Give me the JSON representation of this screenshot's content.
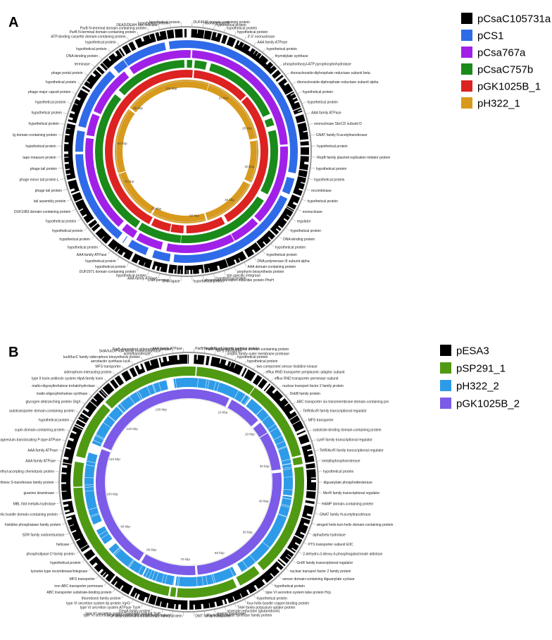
{
  "panels": [
    {
      "letter": "A",
      "total_kbp": 104,
      "tick_labels": [
        "10 kbp",
        "20 kbp",
        "30 kbp",
        "40 kbp",
        "50 kbp",
        "60 kbp",
        "70 kbp",
        "80 kbp",
        "90 kbp",
        "100 kbp"
      ],
      "legend": [
        {
          "name": "pCsaC105731a",
          "color": "#000000"
        },
        {
          "name": "pCS1",
          "color": "#2f6be8"
        },
        {
          "name": "pCsa767a",
          "color": "#a020e8"
        },
        {
          "name": "pCsaC757b",
          "color": "#1a8a1a"
        },
        {
          "name": "pGK1025B_1",
          "color": "#dd2222"
        },
        {
          "name": "pH322_1",
          "color": "#d89a1c"
        }
      ],
      "ring_colors": [
        "#2f6be8",
        "#a020e8",
        "#1a8a1a",
        "#dd2222",
        "#d89a1c"
      ],
      "gene_labels": [
        "DUF4942 domain-containing protein",
        "ribonuclease HI",
        "hypothetical protein",
        "hypothetical protein",
        "hypothetical protein",
        "3'-5' exonuclease",
        "AAA family ATPase",
        "hypothetical protein",
        "thymidylate synthase",
        "phosphoribosyl-ATP pyrophosphohydrolase",
        "ribonucleoside-diphosphate reductase subunit beta",
        "ribonucleoside-diphosphate reductase subunit alpha",
        "hypothetical protein",
        "hypothetical protein",
        "AAA family ATPase",
        "exonuclease SbcCD subunit D",
        "GNAT family N-acetyltransferase",
        "hypothetical protein",
        "RepB family plasmid replication initiator protein",
        "hypothetical protein",
        "hypothetical protein",
        "recombinase",
        "hypothetical protein",
        "exonuclease",
        "regulator",
        "hypothetical protein",
        "DNA-binding protein",
        "hypothetical protein",
        "hypothetical protein",
        "DNA polymerase III subunit alpha",
        "AAA domain-containing protein",
        "porphyrin biosynthesis protein",
        "site-specific integrase",
        "hypothetical protein",
        "phosphate starvation-inducible protein PhoH",
        "hypothetical protein",
        "DNA ligase",
        "DNA primase",
        "AAA family ATPase",
        "hypothetical protein",
        "DUF2971 domain-containing protein",
        "hypothetical protein",
        "hypothetical protein",
        "AAA family ATPase",
        "hypothetical protein",
        "hypothetical protein",
        "hypothetical protein",
        "hypothetical protein",
        "DUF1983 domain-containing protein",
        "tail assembly protein",
        "phage tail protein",
        "phage minor tail protein L",
        "phage tail protein",
        "tape measure protein",
        "hypothetical protein",
        "Ig domain-containing protein",
        "hypothetical protein",
        "hypothetical protein",
        "hypothetical protein",
        "phage major capsid protein",
        "hypothetical protein",
        "phage portal protein",
        "terminase",
        "DNA-binding protein",
        "hypothetical protein",
        "hypothetical protein",
        "ATP-binding cassette domain-containing protein",
        "ParB N-terminal domain-containing protein",
        "ParB N-terminal domain-containing protein",
        "DEAD/DEAH box helicase",
        "hypothetical protein",
        "hypothetical protein"
      ]
    },
    {
      "letter": "B",
      "total_kbp": 138,
      "tick_labels": [
        "10 kbp",
        "20 kbp",
        "30 kbp",
        "40 kbp",
        "50 kbp",
        "60 kbp",
        "70 kbp",
        "80 kbp",
        "90 kbp",
        "100 kbp",
        "110 kbp",
        "120 kbp",
        "130 kbp"
      ],
      "legend": [
        {
          "name": "pESA3",
          "color": "#000000"
        },
        {
          "name": "pSP291_1",
          "color": "#4f9a12"
        },
        {
          "name": "pH322_2",
          "color": "#2e9be8"
        },
        {
          "name": "pGK1025B_2",
          "color": "#7b5be8"
        }
      ],
      "ring_colors": [
        "#4f9a12",
        "#2e9be8",
        "#7b5be8"
      ],
      "gene_labels": [
        "ParB/RepB/Spo0J family partition protein",
        "ParB/Srx family N-terminal domain-containing protein",
        "MFS transporter",
        "ompfin family outer membrane protease",
        "hypothetical protein",
        "hypothetical protein",
        "two-component sensor histidine kinase",
        "efflux RND transporter periplasmic adaptor subunit",
        "efflux RND transporter permease subunit",
        "nuclear transport factor 2 family protein",
        "DsbB family protein",
        "ABC transporter six-transmembrane domain-containing pro",
        "TetR/AcrR family transcriptional regulator",
        "MFS transporter",
        "substrate-binding domain-containing protein",
        "LysR family transcriptional regulator",
        "TetR/AcrR family transcriptional regulator",
        "metallophosphoesterase",
        "hypothetical protein",
        "diguanylate phosphodiesterase",
        "MerR family transcriptional regulator",
        "HAMP domain-containing protein",
        "GNAT family N-acetyltransferase",
        "winged helix-turn-helix domain-containing protein",
        "alpha/beta hydrolase",
        "PTS transporter subunit EIIC",
        "2-dehydro-3-deoxy-6-phosphogalactonate aldolase",
        "GntR family transcriptional regulator",
        "nuclear transport factor 2 family protein",
        "sensor domain-containing diguanylate cyclase",
        "hypothetical protein",
        "type VI secretion system tube protein Hcp",
        "hypothetical protein",
        "four-helix bundle copper-binding protein",
        "TrkH family potassium uptake protein",
        "arsenate reductase (glutaredoxin)",
        "arsenic transporter",
        "dihydrodipicolinate synthase family protein",
        "DMT family transporter",
        "PLP-dependent aminotransferase family protein",
        "type VI secretion system contractile sheath large subunit",
        "type VI secretion system baseplate subunit TssK",
        "OmpA family protein",
        "type VI secretion system ATPase TssH",
        "type VI secretion system tip protein VgrG",
        "thioredoxin family protein",
        "ABC transporter substrate-binding protein",
        "iron ABC transporter permease",
        "MFS transporter",
        "tyrosine-type recombinase/integrase",
        "hypothetical protein",
        "phospholipase D family protein",
        "helicase",
        "SDR family oxidoreductase",
        "histidine phosphatase family protein",
        "MCP four helix bundle domain-containing protein",
        "MBL fold metallo-hydrolase",
        "guanine deaminase",
        "glutathione S-transferase family protein",
        "methyl-accepting chemotaxis protein",
        "AAA family ATPase",
        "AAA family ATPase",
        "magnesium-translocating P-type ATPase",
        "cupin domain-containing protein",
        "hypothetical protein",
        "autotransporter domain-containing protein",
        "glycogen debranching protein GlgX",
        "malto-oligosyltrehalose synthase",
        "malto-oligosyltrehalose trehalohydrolase",
        "type II toxin-antitoxin system HipA family toxin",
        "siderophore-interacting protein",
        "MFS transporter",
        "aerobactin synthase IucA",
        "IucA/IucC family siderophore biosynthesis protein",
        "acetyltransferase",
        "SidA/IucD/PvdA family monooxygenase",
        "TonB-dependent siderophore receptor",
        "AAA family ATPase"
      ]
    }
  ]
}
